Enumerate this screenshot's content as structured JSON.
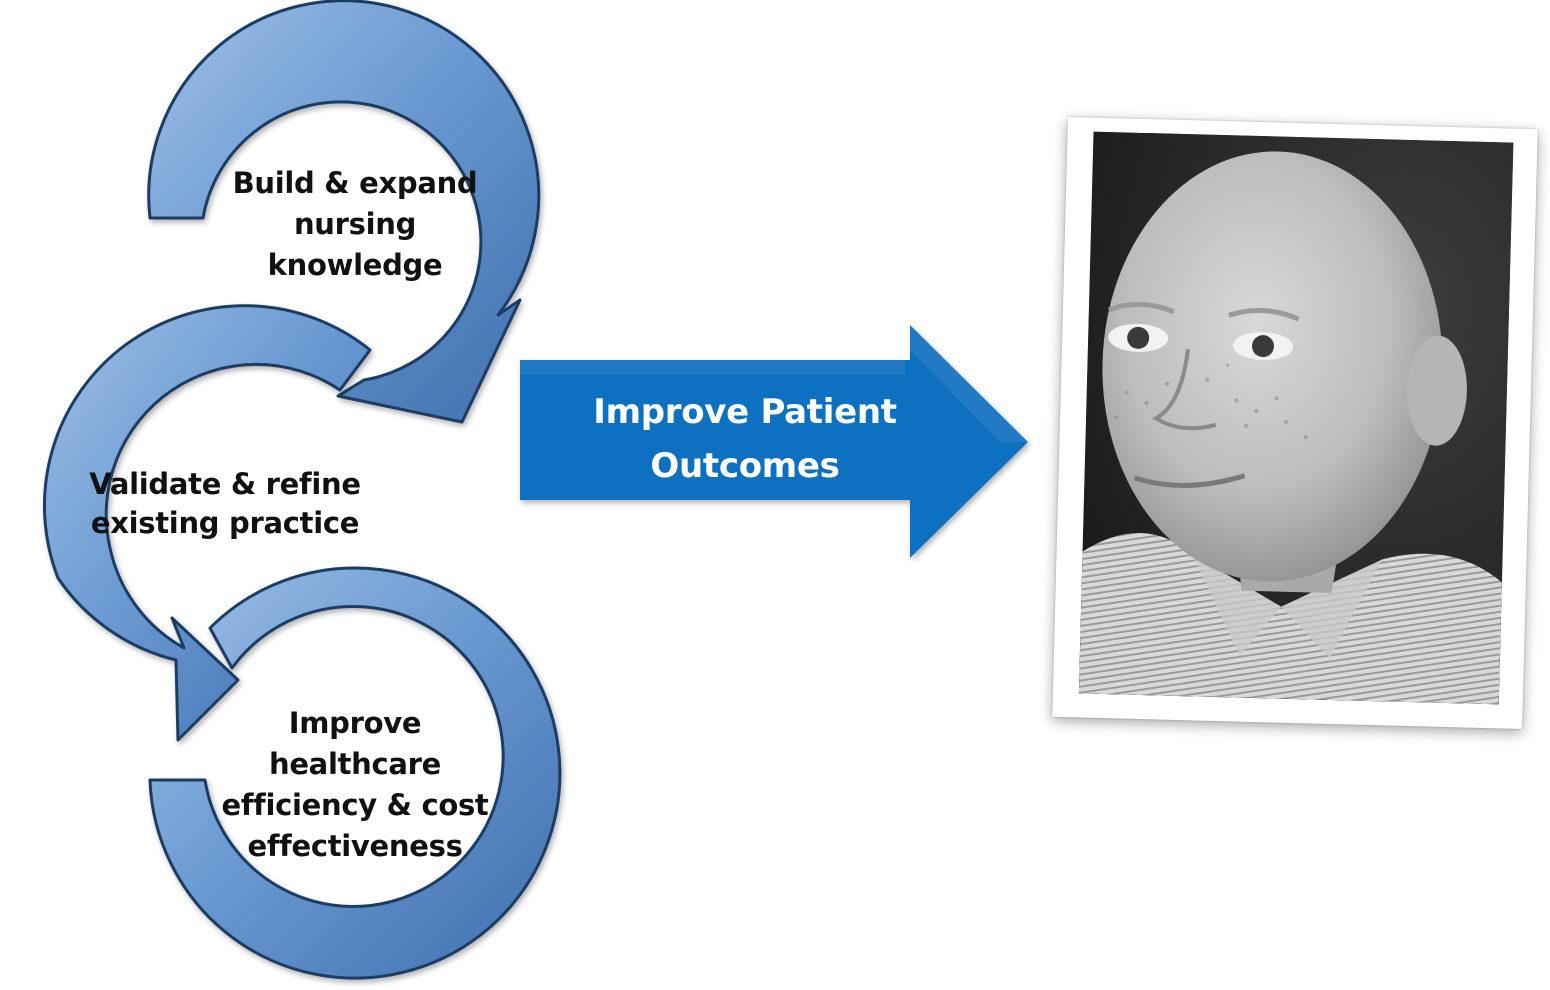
{
  "cycle": {
    "step_1": "Build & expand\nnursing\nknowledge",
    "step_2": "Validate & refine\nexisting practice",
    "step_3": "Improve\nhealthcare\nefficiency & cost\neffectiveness"
  },
  "outcome_arrow": {
    "label": "Improve Patient\nOutcomes"
  },
  "photo": {
    "subject": "child-portrait"
  },
  "colors": {
    "loop_fill": "#5f8fc8",
    "loop_stroke": "#1f3c63",
    "outcome_arrow": "#0f6fc0",
    "text_dark": "#111111",
    "text_light": "#ffffff"
  }
}
